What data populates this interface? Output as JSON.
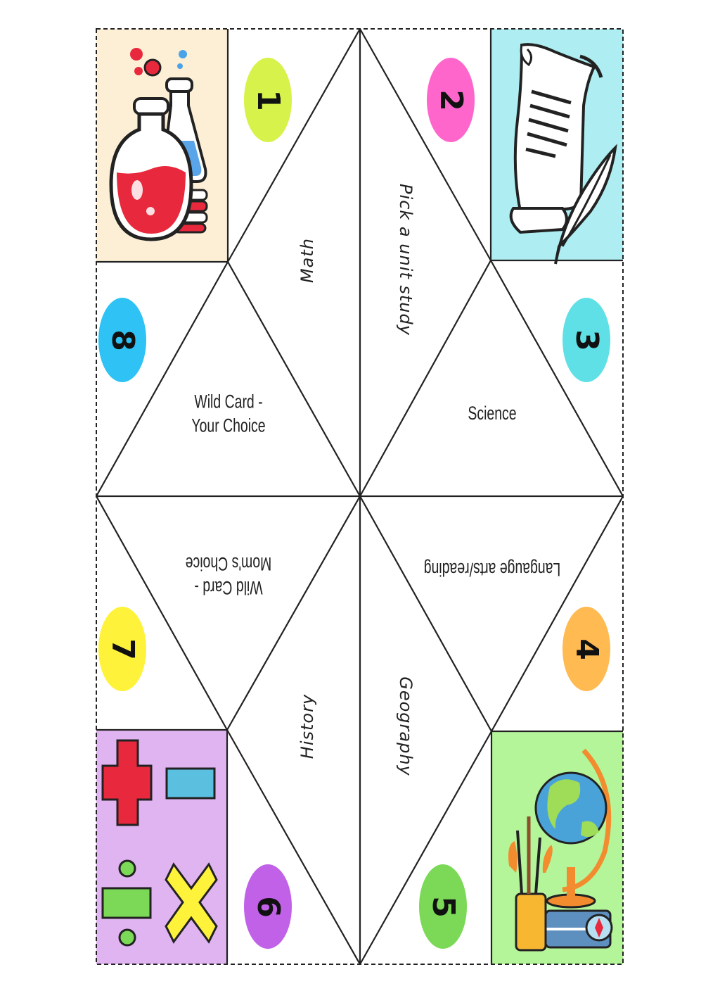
{
  "sections": {
    "1": {
      "number": "1",
      "color": "#d7f24a",
      "label": "Math"
    },
    "2": {
      "number": "2",
      "color": "#ff66cc",
      "label": "Pick a unit study"
    },
    "3": {
      "number": "3",
      "color": "#5fe0e6",
      "label": "Science"
    },
    "4": {
      "number": "4",
      "color": "#ffba52",
      "label": "Langauge arts/reading"
    },
    "5": {
      "number": "5",
      "color": "#7bd957",
      "label": "Geography"
    },
    "6": {
      "number": "6",
      "color": "#c061e8",
      "label": "History"
    },
    "7": {
      "number": "7",
      "color": "#fff23a",
      "label_line1": "Wild Card -",
      "label_line2": "Mom's Choice"
    },
    "8": {
      "number": "8",
      "color": "#2ec2f5",
      "label_line1": "Wild Card -",
      "label_line2": "Your Choice"
    }
  },
  "corners": {
    "science_panel": {
      "icon": "chemistry-flask-icon",
      "color": "#fdefd6"
    },
    "scroll_panel": {
      "icon": "scroll-quill-icon",
      "color": "#aeeef2"
    },
    "math_panel": {
      "icon": "math-symbols-icon",
      "color": "#e0b4f0"
    },
    "geography_panel": {
      "icon": "globe-art-supplies-icon",
      "color": "#b5f59a"
    }
  }
}
